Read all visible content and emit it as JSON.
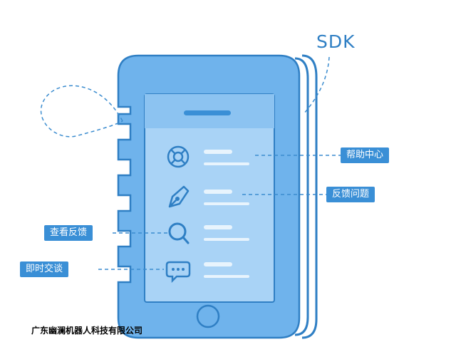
{
  "sdk_label": "SDK",
  "company": "广东幽澜机器人科技有限公司",
  "callouts": {
    "help_center": "帮助中心",
    "feedback_issue": "反馈问题",
    "view_feedback": "查看反馈",
    "instant_chat": "即时交谈"
  },
  "menu_icons": [
    "lifebuoy-icon",
    "pen-nib-icon",
    "magnifier-icon",
    "chat-bubble-icon"
  ],
  "colors": {
    "phone_body": "#6fb3ec",
    "phone_outline": "#2f7fc4",
    "screen": "#a9d3f6",
    "callout_bg": "#3a8fd6",
    "dashed_line": "#3b8ccf"
  }
}
